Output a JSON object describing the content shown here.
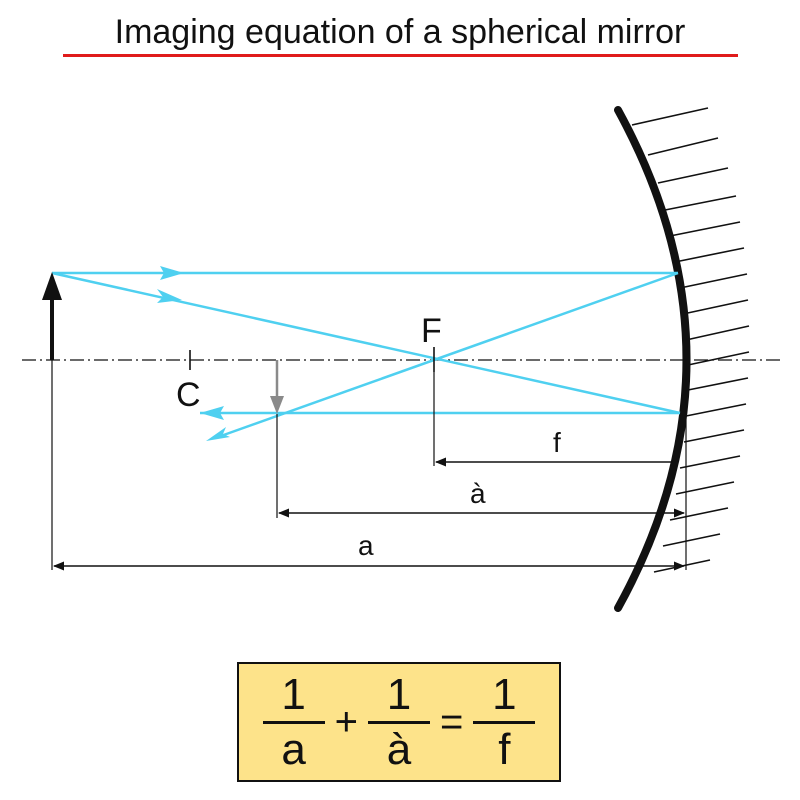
{
  "title": "Imaging equation of a spherical mirror",
  "colors": {
    "title_underline": "#e01b1b",
    "rays": "#4fd0f0",
    "object_arrow": "#111111",
    "image_arrow": "#8a8a8a",
    "formula_background": "#fde38a",
    "lines": "#111111"
  },
  "labels": {
    "focal_point": "F",
    "center": "C",
    "focal_length": "f",
    "image_distance": "à",
    "object_distance": "a"
  },
  "formula": {
    "term1": {
      "numerator": "1",
      "denominator": "a"
    },
    "plus": "+",
    "term2": {
      "numerator": "1",
      "denominator": "à"
    },
    "equals": "=",
    "term3": {
      "numerator": "1",
      "denominator": "f"
    }
  }
}
